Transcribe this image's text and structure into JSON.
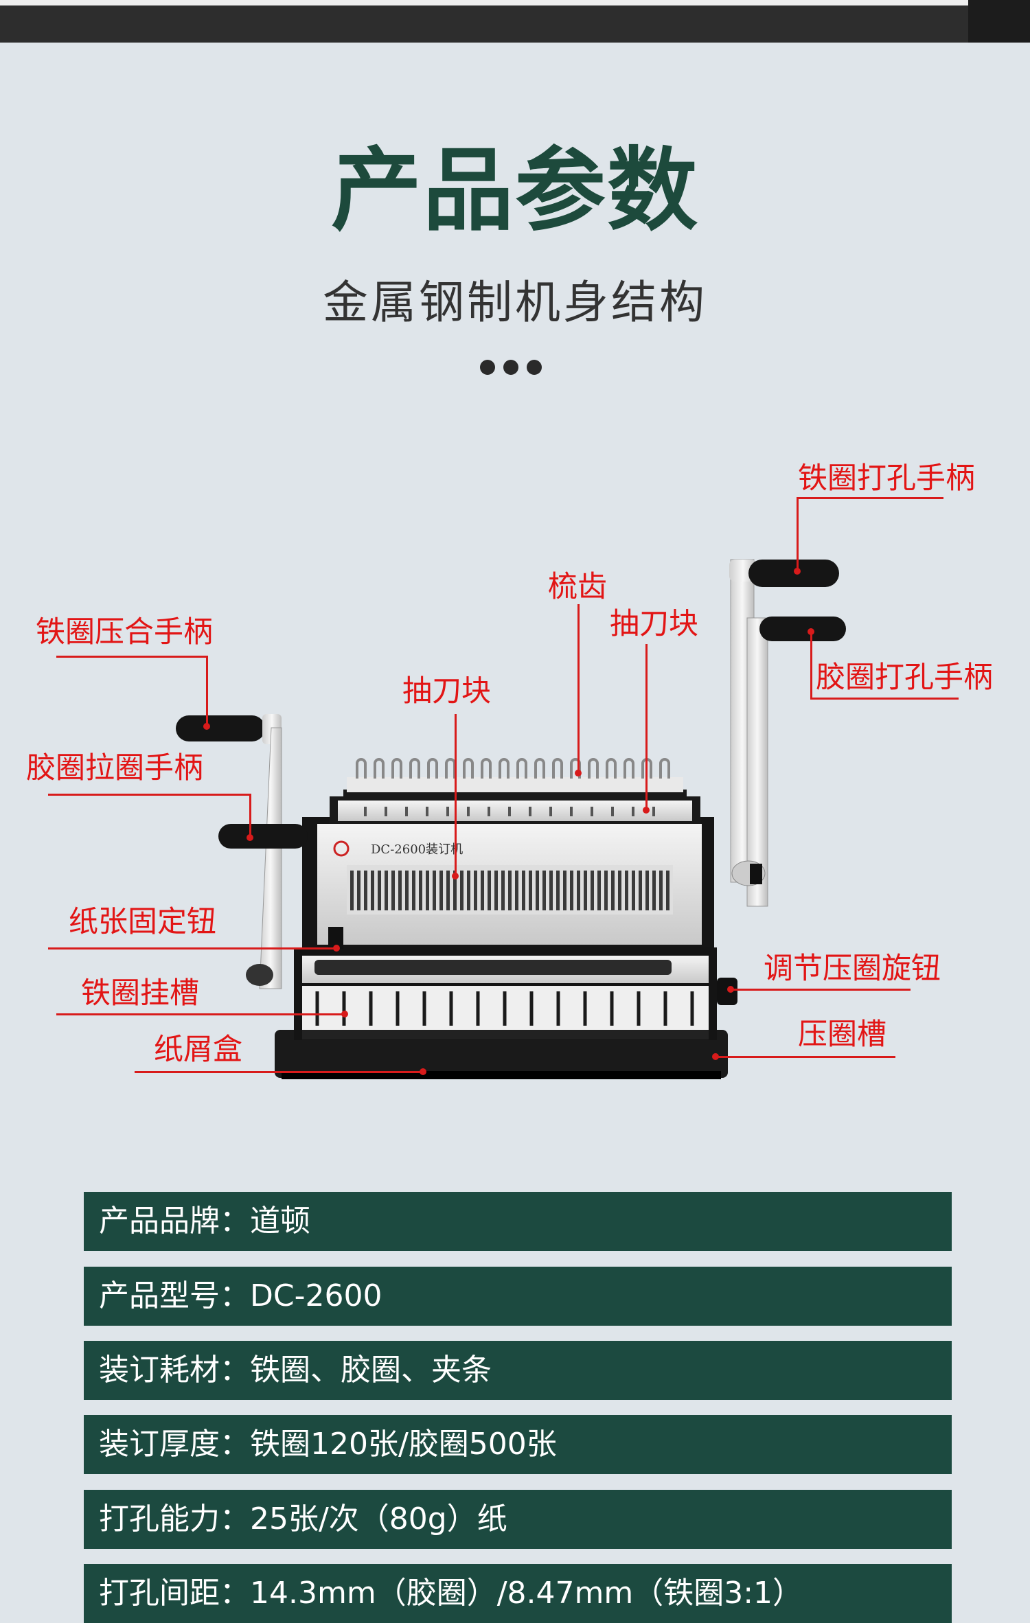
{
  "header": {
    "title": "产品参数",
    "subtitle": "金属钢制机身结构"
  },
  "product_image": {
    "brand_plate": "DC-2600装订机"
  },
  "callouts": {
    "wire_punch_handle": "铁圈打孔手柄",
    "comb_teeth": "梳齿",
    "drawer_block_right": "抽刀块",
    "wire_close_handle": "铁圈压合手柄",
    "drawer_block_center": "抽刀块",
    "comb_punch_handle": "胶圈打孔手柄",
    "comb_open_handle": "胶圈拉圈手柄",
    "paper_guide_knob": "纸张固定钮",
    "adjust_close_knob": "调节压圈旋钮",
    "wire_hanger_slot": "铁圈挂槽",
    "closing_slot": "压圈槽",
    "waste_tray": "纸屑盒"
  },
  "specs": [
    {
      "label": "产品品牌：",
      "value": "道顿"
    },
    {
      "label": "产品型号：",
      "value": "DC-2600"
    },
    {
      "label": "装订耗材：",
      "value": "铁圈、胶圈、夹条"
    },
    {
      "label": "装订厚度：",
      "value": "铁圈120张/胶圈500张"
    },
    {
      "label": "打孔能力：",
      "value": "25张/次（80g）纸"
    },
    {
      "label": "打孔间距：",
      "value": "14.3mm（胶圈）/8.47mm（铁圈3:1）"
    }
  ],
  "colors": {
    "background": "#dfe5ea",
    "title": "#1d4a3c",
    "callout": "#e21515",
    "spec_bar": "#1c4a40"
  }
}
